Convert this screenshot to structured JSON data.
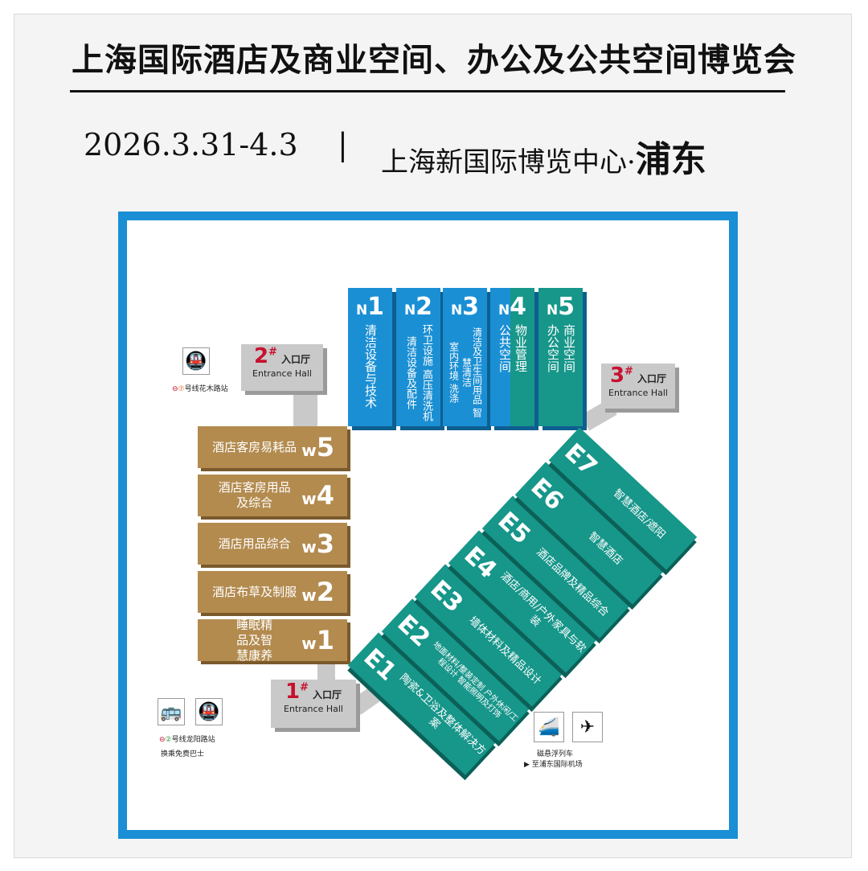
{
  "header": {
    "title": "上海国际酒店及商业空间、办公及公共空间博览会",
    "dates": "2026.3.31-4.3",
    "separator": "|",
    "venue": "上海新国际博览中心·",
    "venue_emph": "浦东"
  },
  "colors": {
    "north_blue": "#1b8fd4",
    "teal": "#17968a",
    "west_gold": "#b38b4f",
    "border_blue": "#1a8fd6",
    "entrance_red": "#c8102e"
  },
  "north_halls": [
    {
      "prefix": "N",
      "num": "1",
      "lines": [
        "清洁设备与技术"
      ]
    },
    {
      "prefix": "N",
      "num": "2",
      "lines": [
        "环卫设施 高压清洗机",
        "清洁设备及配件"
      ]
    },
    {
      "prefix": "N",
      "num": "3",
      "lines": [
        "清洁及卫生间用品 智慧清洁",
        "室内环境 洗涤"
      ]
    },
    {
      "prefix": "N",
      "num": "4",
      "lines": [
        "物业管理",
        "公共空间"
      ]
    },
    {
      "prefix": "N",
      "num": "5",
      "lines": [
        "商业空间",
        "办公空间"
      ]
    }
  ],
  "west_halls": [
    {
      "prefix": "w",
      "num": "5",
      "desc": "酒店客房易耗品"
    },
    {
      "prefix": "w",
      "num": "4",
      "desc": "酒店客房用品及综合"
    },
    {
      "prefix": "w",
      "num": "3",
      "desc": "酒店用品综合"
    },
    {
      "prefix": "w",
      "num": "2",
      "desc": "酒店布草及制服"
    },
    {
      "prefix": "w",
      "num": "1",
      "desc": "睡眠精品及智慧康养"
    }
  ],
  "east_halls": [
    {
      "code": "E1",
      "desc": "陶瓷&卫浴及整体解决方案"
    },
    {
      "code": "E2",
      "desc": "地面材料/整装定制 户外休闲/工程设计 智能照明及灯饰"
    },
    {
      "code": "E3",
      "desc": "墙体材料及精品设计"
    },
    {
      "code": "E4",
      "desc": "酒店/商用/户外家具与软装"
    },
    {
      "code": "E5",
      "desc": "酒店品牌及精品综合"
    },
    {
      "code": "E6",
      "desc": "智慧酒店"
    },
    {
      "code": "E7",
      "desc": "智慧酒店/遮阳"
    }
  ],
  "entrances": [
    {
      "num": "1",
      "sup": "#",
      "cn": "入口厅",
      "en": "Entrance Hall"
    },
    {
      "num": "2",
      "sup": "#",
      "cn": "入口厅",
      "en": "Entrance Hall"
    },
    {
      "num": "3",
      "sup": "#",
      "cn": "入口厅",
      "en": "Entrance Hall"
    }
  ],
  "transport": {
    "metro7": "号线花木路站",
    "metro2": "号线龙阳路站",
    "bus": "换乘免费巴士",
    "maglev": "磁悬浮列车",
    "airport": "至浦东国际机场"
  }
}
